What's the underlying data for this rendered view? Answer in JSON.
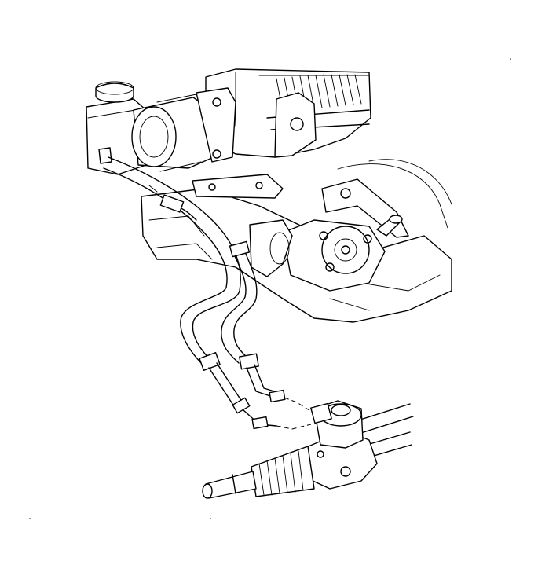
{
  "figure": {
    "kind": "technical line drawing",
    "colors": {
      "line": "#000000",
      "background": "#ffffff"
    },
    "parts": [
      "engine-block",
      "power-steering-reservoir",
      "power-steering-pump",
      "pressure-hose",
      "return-hose",
      "steering-gear-rack"
    ]
  }
}
